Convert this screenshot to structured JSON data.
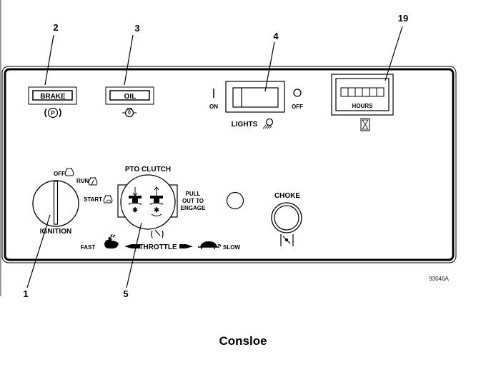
{
  "figure": {
    "caption": "Consloe",
    "figure_id": "93046A"
  },
  "callouts": [
    {
      "number": "1",
      "target": "ignition"
    },
    {
      "number": "2",
      "target": "brake-indicator"
    },
    {
      "number": "3",
      "target": "oil-indicator"
    },
    {
      "number": "4",
      "target": "lights-switch"
    },
    {
      "number": "5",
      "target": "pto-clutch"
    },
    {
      "number": "19",
      "target": "hour-meter"
    }
  ],
  "panel": {
    "brake": {
      "label": "BRAKE",
      "symbol": "P"
    },
    "oil": {
      "label": "OIL"
    },
    "lights": {
      "label": "LIGHTS",
      "on_label": "ON",
      "off_label": "OFF"
    },
    "hour_meter": {
      "label": "HOURS",
      "digits": 6
    },
    "ignition": {
      "label": "IGNITION",
      "positions": [
        "OFF",
        "RUN",
        "START"
      ],
      "off_symbol": "STOP"
    },
    "pto": {
      "label": "PTO CLUTCH",
      "instruction": [
        "PULL",
        "OUT TO",
        "ENGAGE"
      ]
    },
    "throttle": {
      "label": "THROTTLE",
      "fast_label": "FAST",
      "slow_label": "SLOW"
    },
    "choke": {
      "label": "CHOKE"
    }
  }
}
